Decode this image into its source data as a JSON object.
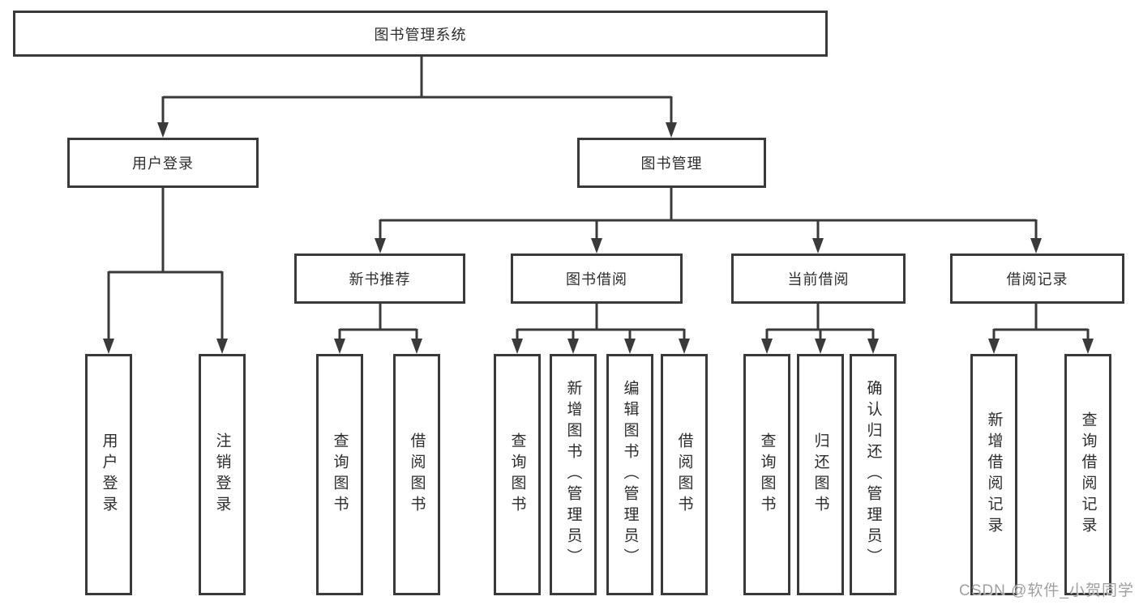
{
  "tree": {
    "root": {
      "label": "图书管理系统",
      "children": [
        {
          "label": "用户登录",
          "children": [
            {
              "label": "用户登录"
            },
            {
              "label": "注销登录"
            }
          ]
        },
        {
          "label": "图书管理",
          "children": [
            {
              "label": "新书推荐",
              "children": [
                {
                  "label": "查询图书"
                },
                {
                  "label": "借阅图书"
                }
              ]
            },
            {
              "label": "图书借阅",
              "children": [
                {
                  "label": "查询图书"
                },
                {
                  "label": "新增图书（管理员）"
                },
                {
                  "label": "编辑图书（管理员）"
                },
                {
                  "label": "借阅图书"
                }
              ]
            },
            {
              "label": "当前借阅",
              "children": [
                {
                  "label": "查询图书"
                },
                {
                  "label": "归还图书"
                },
                {
                  "label": "确认归还（管理员）"
                }
              ]
            },
            {
              "label": "借阅记录",
              "children": [
                {
                  "label": "新增借阅记录"
                },
                {
                  "label": "查询借阅记录"
                }
              ]
            }
          ]
        }
      ]
    }
  },
  "watermark": {
    "text": "CSDN @软件_小贺同学"
  },
  "colors": {
    "line": "#3a3a3a",
    "text": "#2d2d2d",
    "watermark": "#969696",
    "background": "#ffffff"
  }
}
